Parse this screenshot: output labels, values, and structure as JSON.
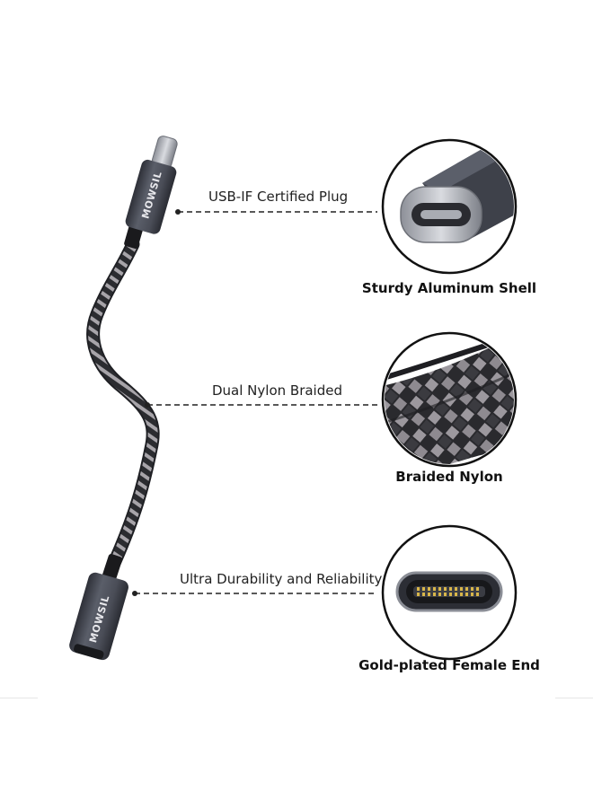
{
  "brand_text": "MOWSIL",
  "callouts": {
    "plug": "USB-IF Certified Plug",
    "braided": "Dual Nylon Braided",
    "durability": "Ultra Durability and Reliability"
  },
  "captions": {
    "shell": "Sturdy Aluminum Shell",
    "nylon": "Braided Nylon",
    "female_end": "Gold-plated Female End"
  },
  "colors": {
    "housing": "#4a4d57",
    "braid_dark": "#2b2c30",
    "braid_light": "#a7a4a9",
    "gold_pins": "#d8b64a"
  }
}
